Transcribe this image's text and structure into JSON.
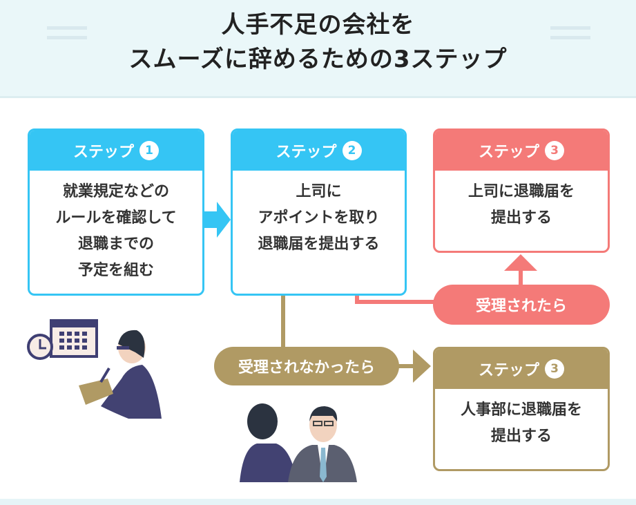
{
  "title": {
    "line1": "人手不足の会社を",
    "line2": "スムーズに辞めるための3ステップ"
  },
  "colors": {
    "blue": "#35c5f4",
    "red": "#f47a78",
    "gold": "#b09a64",
    "header_bg": "#eaf7f9"
  },
  "steps": [
    {
      "label": "ステップ",
      "num": "1",
      "text": "就業規定などの\nルールを確認して\n退職までの\n予定を組む"
    },
    {
      "label": "ステップ",
      "num": "2",
      "text": "上司に\nアポイントを取り\n退職届を提出する"
    },
    {
      "label": "ステップ",
      "num": "3",
      "text": "上司に退職届を\n提出する"
    },
    {
      "label": "ステップ",
      "num": "3",
      "text": "人事部に退職届を\n提出する"
    }
  ],
  "branches": {
    "accepted": "受理されたら",
    "rejected": "受理されなかったら"
  }
}
